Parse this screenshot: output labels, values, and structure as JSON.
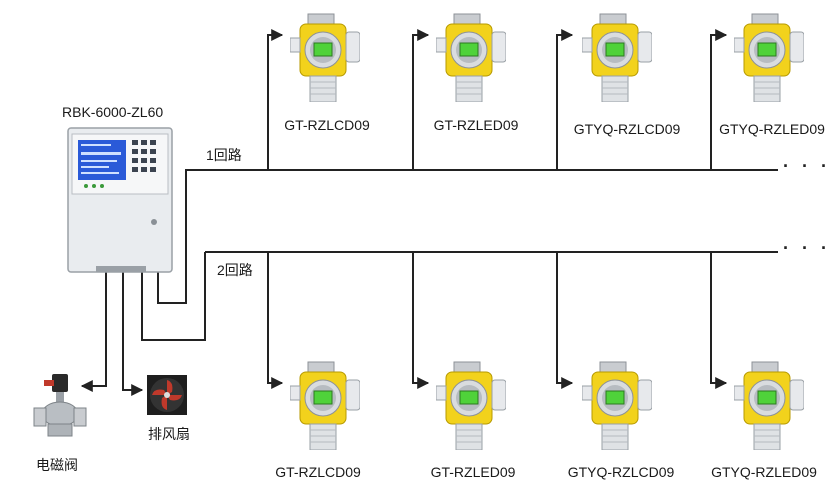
{
  "controller": {
    "model": "RBK-6000-ZL60"
  },
  "loops": [
    {
      "label": "1回路",
      "detectors": [
        "GT-RZLCD09",
        "GT-RZLED09",
        "GTYQ-RZLCD09",
        "GTYQ-RZLED09"
      ],
      "more": "· · ·"
    },
    {
      "label": "2回路",
      "detectors": [
        "GT-RZLCD09",
        "GT-RZLED09",
        "GTYQ-RZLCD09",
        "GTYQ-RZLED09"
      ],
      "more": "· · ·"
    }
  ],
  "peripherals": {
    "valve": "电磁阀",
    "fan": "排风扇"
  },
  "colors": {
    "detector_body": "#f2d21c",
    "display_lcd": "#4fd23a",
    "controller_screen": "#2a5ad8",
    "wire": "#222222"
  }
}
